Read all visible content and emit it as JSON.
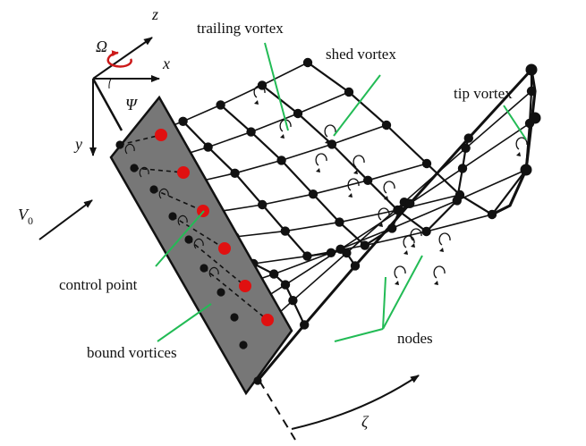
{
  "labels": {
    "trailing_vortex": "trailing vortex",
    "shed_vortex": "shed vortex",
    "tip_vortex": "tip vortex",
    "control_point": "control point",
    "bound_vortices": "bound vortices",
    "nodes": "nodes"
  },
  "axes": {
    "z": "z",
    "x": "x",
    "y": "y",
    "omega": "Ω",
    "psi": "Ψ",
    "v0": "V",
    "v0_sub": "0",
    "zeta": "ζ"
  },
  "colors": {
    "blade": "#777777",
    "control_point": "#e01010",
    "leader": "#22bb55",
    "omega_arrow": "#cc1a1a",
    "ink": "#111111"
  }
}
